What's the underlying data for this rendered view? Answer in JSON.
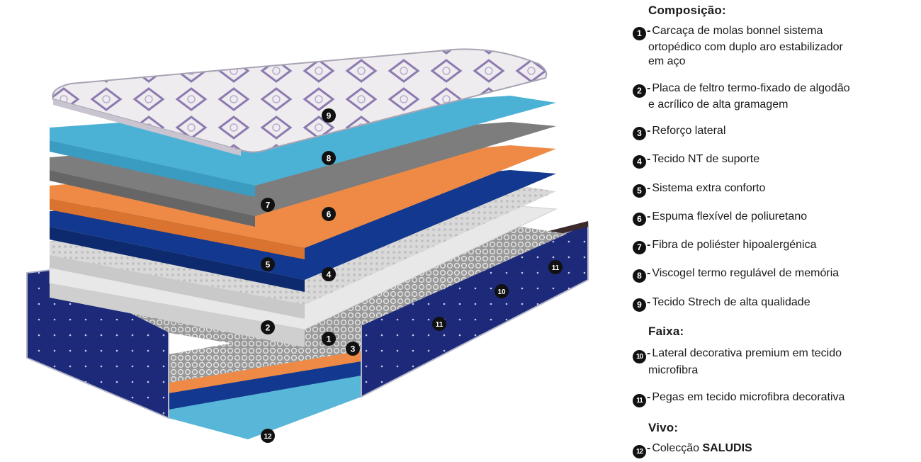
{
  "composition": {
    "title": "Composição:",
    "items": [
      {
        "n": "1",
        "line1": "Carcaça de molas bonnel sistema",
        "line2": "ortopédico com duplo aro estabilizador",
        "line3": "em aço"
      },
      {
        "n": "2",
        "line1": "Placa de feltro termo-fixado de algodão",
        "line2": "e acrílico de alta gramagem"
      },
      {
        "n": "3",
        "line1": "Reforço lateral"
      },
      {
        "n": "4",
        "line1": "Tecido NT de suporte"
      },
      {
        "n": "5",
        "line1": "Sistema extra conforto"
      },
      {
        "n": "6",
        "line1": "Espuma flexível de poliuretano"
      },
      {
        "n": "7",
        "line1": "Fibra de poliéster hipoalergénica"
      },
      {
        "n": "8",
        "line1": "Viscogel termo regulável de memória"
      },
      {
        "n": "9",
        "line1": "Tecido Strech de alta qualidade"
      }
    ]
  },
  "band": {
    "title": "Faixa:",
    "items": [
      {
        "n": "10",
        "line1": "Lateral decorativa premium em tecido",
        "line2": "microfibra"
      },
      {
        "n": "11",
        "line1": "Pegas em tecido microfibra decorativa"
      }
    ]
  },
  "edge": {
    "title": "Vivo:",
    "items": [
      {
        "n": "12",
        "prefix": "Colecção ",
        "brand": "SALUDIS"
      }
    ]
  },
  "colors": {
    "quilt": "#efecef",
    "viscogel": "#4bb2d6",
    "fiber": "#7d7d7d",
    "foam": "#ee8a45",
    "comfort": "#12388f",
    "support": "#d9d9d9",
    "felt": "#e6e6e6",
    "band": "#1d2a7a"
  },
  "callouts": [
    "9",
    "8",
    "7",
    "6",
    "5",
    "4",
    "2",
    "1",
    "3",
    "10",
    "11",
    "11",
    "12"
  ]
}
